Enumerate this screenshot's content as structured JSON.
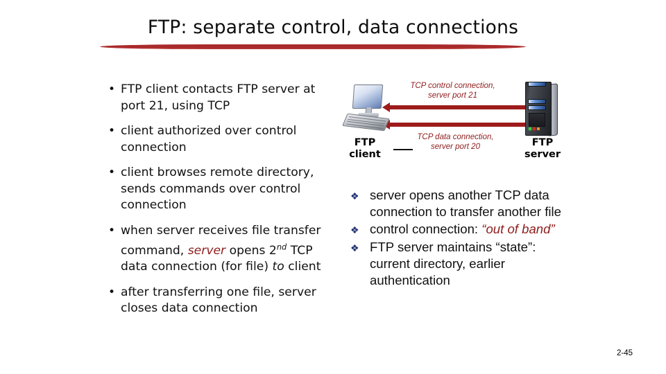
{
  "slide": {
    "title": "FTP: separate control, data connections",
    "page_number": "2-45",
    "accent_red": "#9e1b1b",
    "rule_red": "#b23232",
    "check_navy": "#1f2f70"
  },
  "left_bullets": {
    "marker": "•",
    "items": [
      {
        "id": "contacts-server",
        "parts": [
          {
            "text": "FTP client contacts FTP server at port 21, using TCP",
            "style": "plain"
          }
        ]
      },
      {
        "id": "client-authorized",
        "parts": [
          {
            "text": "client authorized over control connection",
            "style": "plain"
          }
        ]
      },
      {
        "id": "browses-remote",
        "parts": [
          {
            "text": "client browses remote directory, sends commands over control connection",
            "style": "plain"
          }
        ]
      },
      {
        "id": "server-opens-2nd",
        "parts": [
          {
            "text": "when server receives file transfer command, ",
            "style": "plain"
          },
          {
            "text": "server",
            "style": "italic-red"
          },
          {
            "text": " opens 2",
            "style": "plain"
          },
          {
            "text": "nd",
            "style": "superscript-italic"
          },
          {
            "text": " TCP data connection (for file) ",
            "style": "plain"
          },
          {
            "text": "to",
            "style": "italic"
          },
          {
            "text": " client",
            "style": "plain"
          }
        ]
      },
      {
        "id": "closes-after-transfer",
        "parts": [
          {
            "text": "after transferring one file, server closes data connection",
            "style": "plain"
          }
        ]
      }
    ]
  },
  "diagram": {
    "control_label": "TCP control connection,\nserver port 21",
    "control_label_line1": "TCP control connection,",
    "control_label_line2": "server port 21",
    "data_label_line1": "TCP data connection,",
    "data_label_line2": "server port 20",
    "client_caption_line1": "FTP",
    "client_caption_line2": "client",
    "server_caption_line1": "FTP",
    "server_caption_line2": "server",
    "arrows": [
      {
        "name": "control-connection-arrow",
        "direction": "bidirectional",
        "color": "#9e1b1b"
      },
      {
        "name": "data-connection-arrow",
        "direction": "bidirectional",
        "color": "#9e1b1b"
      }
    ]
  },
  "right_bullets": {
    "marker": "❖",
    "items": [
      {
        "id": "another-data-connection",
        "parts": [
          {
            "text": "server opens another TCP data connection to transfer another file",
            "style": "plain"
          }
        ]
      },
      {
        "id": "out-of-band",
        "parts": [
          {
            "text": "control connection: ",
            "style": "plain"
          },
          {
            "text": "“out of band”",
            "style": "italic-red"
          }
        ]
      },
      {
        "id": "server-maintains-state",
        "parts": [
          {
            "text": "FTP server maintains “state”: current directory, earlier authentication",
            "style": "plain"
          }
        ]
      }
    ]
  }
}
